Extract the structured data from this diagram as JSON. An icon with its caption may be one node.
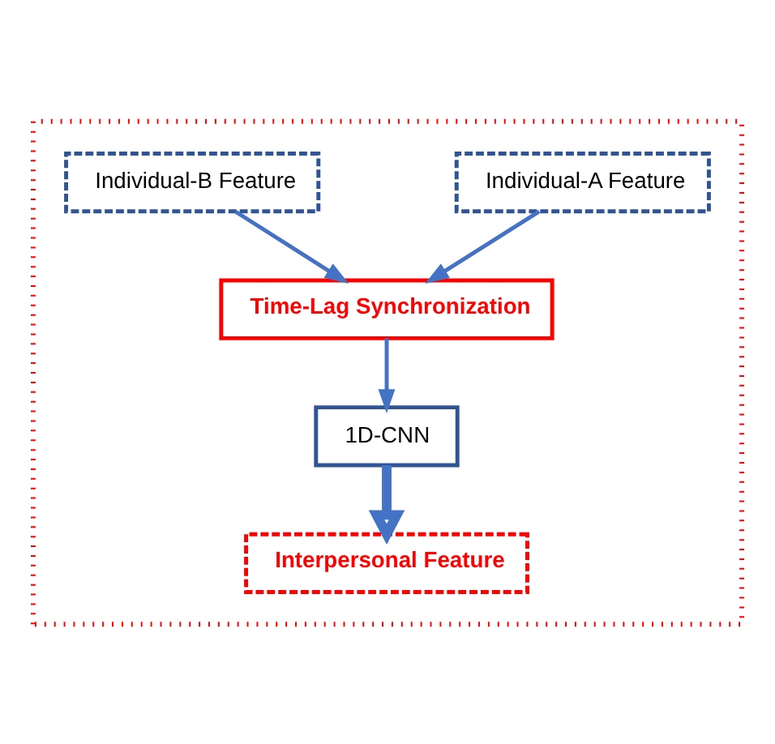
{
  "diagram": {
    "nodes": [
      {
        "text": [],
        "shape": "box"
      },
      {
        "text": [
          "Individual-A Feature"
        ],
        "in": 0
      },
      {
        "text": [
          "Individual-B Feature"
        ],
        "in": 0
      },
      {
        "text": [
          "Time-Lag Synchronization"
        ],
        "in": 0
      },
      {
        "text": [
          "1D-CNN"
        ],
        "in": 0
      },
      {
        "text": [
          "Interpersonal Feature"
        ],
        "in": 0
      }
    ],
    "edges": [
      {
        "from": 1,
        "to": 3,
        "arrow": "to"
      },
      {
        "from": 2,
        "to": 3,
        "arrow": "to"
      },
      {
        "from": 3,
        "to": 4,
        "arrow": "to"
      },
      {
        "from": 4,
        "to": 5,
        "arrow": "to",
        "style": "thick"
      }
    ]
  }
}
